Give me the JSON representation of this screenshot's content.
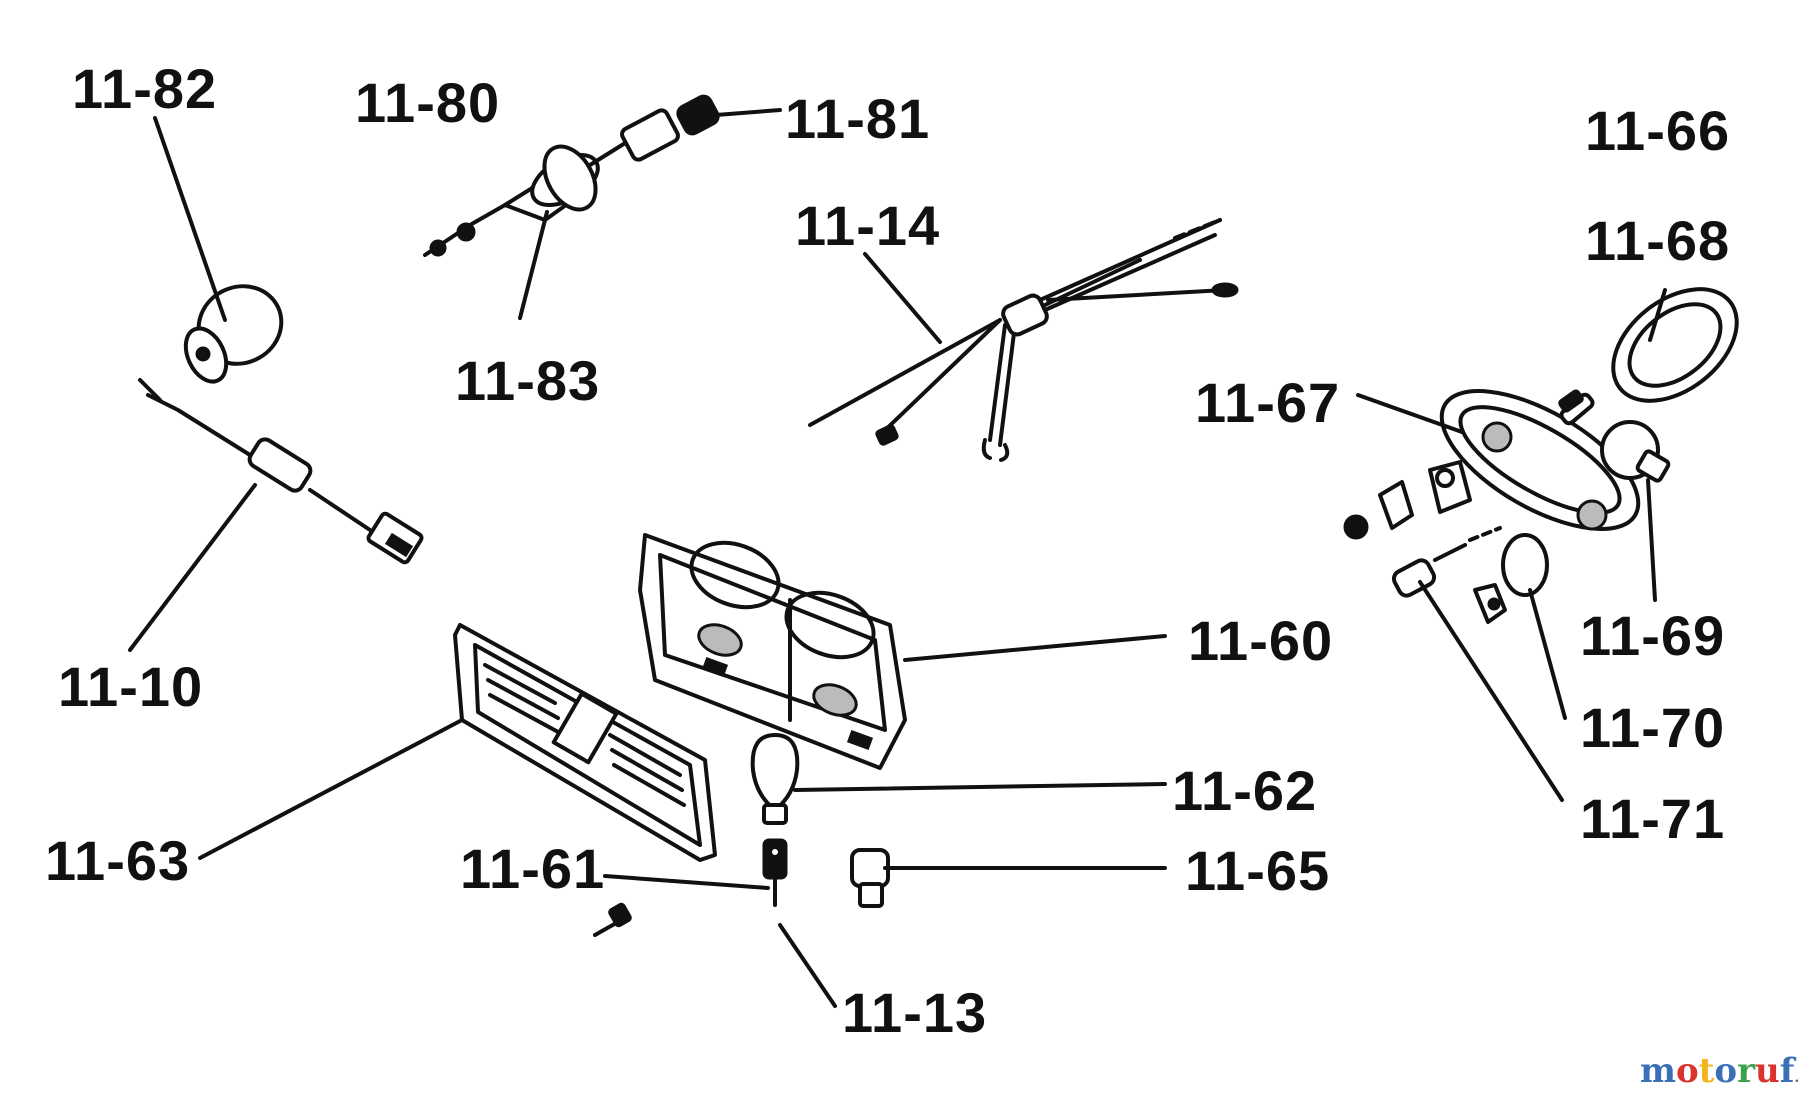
{
  "labels": {
    "l11_82": "11-82",
    "l11_80": "11-80",
    "l11_81": "11-81",
    "l11_83": "11-83",
    "l11_14": "11-14",
    "l11_10": "11-10",
    "l11_66": "11-66",
    "l11_68": "11-68",
    "l11_67": "11-67",
    "l11_69": "11-69",
    "l11_70": "11-70",
    "l11_71": "11-71",
    "l11_60": "11-60",
    "l11_62": "11-62",
    "l11_65": "11-65",
    "l11_63": "11-63",
    "l11_61": "11-61",
    "l11_13": "11-13"
  },
  "watermark": {
    "text": "motoruf",
    "suffix": ".de",
    "colors": [
      "#3b6fb6",
      "#d9332b",
      "#f2b51d",
      "#3b6fb6",
      "#3aa24a",
      "#d9332b",
      "#3b6fb6"
    ]
  }
}
